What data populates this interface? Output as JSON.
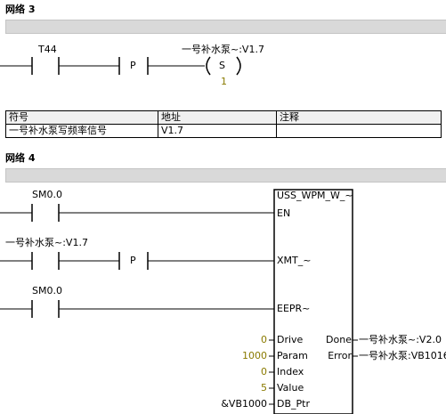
{
  "network3": {
    "title": "网络 3",
    "contact_label": "T44",
    "p_label": "P",
    "coil_label": "一号补水泵~:V1.7",
    "coil_letter": "S",
    "coil_count": "1"
  },
  "symbol_table": {
    "headers": [
      "符号",
      "地址",
      "注释"
    ],
    "rows": [
      [
        "一号补水泵写频率信号",
        "V1.7",
        ""
      ]
    ]
  },
  "network4": {
    "title": "网络 4",
    "contact1_label": "SM0.0",
    "contact2_label": "一号补水泵~:V1.7",
    "contact2_p": "P",
    "contact3_label": "SM0.0",
    "block_title": "USS_WPM_W_~",
    "pin_en": "EN",
    "pin_xmt": "XMT_~",
    "pin_eepr": "EEPR~",
    "inputs": [
      {
        "value": "0",
        "pin": "Drive"
      },
      {
        "value": "1000",
        "pin": "Param"
      },
      {
        "value": "0",
        "pin": "Index"
      },
      {
        "value": "5",
        "pin": "Value"
      },
      {
        "value": "&VB1000",
        "pin": "DB_Ptr"
      }
    ],
    "outputs": [
      {
        "pin": "Done",
        "value": "一号补水泵~:V2.0"
      },
      {
        "pin": "Error",
        "value": "一号补水泵:VB1016"
      }
    ]
  }
}
